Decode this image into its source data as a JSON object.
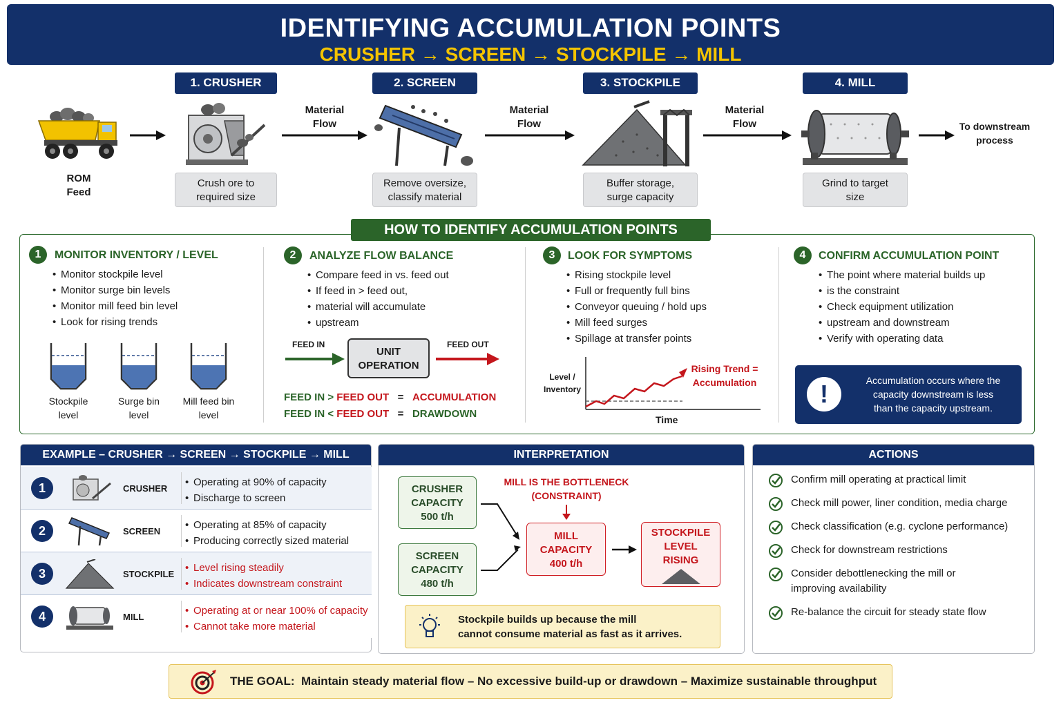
{
  "header": {
    "title": "IDENTIFYING ACCUMULATION POINTS",
    "subtitle": "CRUSHER → SCREEN → STOCKPILE → MILL"
  },
  "flow": {
    "rom_line1": "ROM",
    "rom_line2": "Feed",
    "stages": [
      {
        "tab": "1. CRUSHER",
        "cap1": "Crush ore to",
        "cap2": "required size"
      },
      {
        "tab": "2. SCREEN",
        "cap1": "Remove oversize,",
        "cap2": "classify material"
      },
      {
        "tab": "3. STOCKPILE",
        "cap1": "Buffer storage,",
        "cap2": "surge capacity"
      },
      {
        "tab": "4. MILL",
        "cap1": "Grind to target",
        "cap2": "size"
      }
    ],
    "flow_l1": "Material",
    "flow_l2": "Flow",
    "downstream1": "To downstream",
    "downstream2": "process"
  },
  "how": {
    "title": "HOW TO IDENTIFY ACCUMULATION POINTS",
    "steps": [
      {
        "num": "1",
        "head": "MONITOR INVENTORY / LEVEL",
        "items": [
          "Monitor stockpile level",
          "Monitor surge bin levels",
          "Monitor mill feed bin level",
          "Look for rising trends"
        ]
      },
      {
        "num": "2",
        "head": "ANALYZE FLOW BALANCE",
        "items": [
          "Compare feed in vs. feed out",
          "If feed in > feed out,",
          "material will accumulate",
          "upstream"
        ]
      },
      {
        "num": "3",
        "head": "LOOK FOR SYMPTOMS",
        "items": [
          "Rising stockpile level",
          "Full or frequently full bins",
          "Conveyor queuing / hold ups",
          "Mill feed surges",
          "Spillage at transfer points"
        ]
      },
      {
        "num": "4",
        "head": "CONFIRM ACCUMULATION POINT",
        "items": [
          "The point where material builds up",
          "is the constraint",
          "Check equipment utilization",
          "upstream and downstream",
          "Verify with operating data"
        ]
      }
    ],
    "bins": [
      {
        "l1": "Stockpile",
        "l2": "level"
      },
      {
        "l1": "Surge bin",
        "l2": "level"
      },
      {
        "l1": "Mill feed bin",
        "l2": "level"
      }
    ],
    "feed_in": "FEED IN",
    "feed_out": "FEED OUT",
    "unit_l1": "UNIT",
    "unit_l2": "OPERATION",
    "eq1": {
      "a": "FEED IN",
      "op": ">",
      "b": "FEED OUT",
      "eq": "=",
      "res": "ACCUMULATION"
    },
    "eq2": {
      "a": "FEED IN",
      "op": "<",
      "b": "FEED OUT",
      "eq": "=",
      "res": "DRAWDOWN"
    },
    "trend_ylabel1": "Level /",
    "trend_ylabel2": "Inventory",
    "trend_xlabel": "Time",
    "trend_note1": "Rising Trend =",
    "trend_note2": "Accumulation",
    "alert_l1": "Accumulation occurs where the",
    "alert_l2": "capacity downstream is less",
    "alert_l3": "than the capacity upstream."
  },
  "example": {
    "title": "EXAMPLE – CRUSHER → SCREEN → STOCKPILE → MILL",
    "rows": [
      {
        "num": "1",
        "name": "CRUSHER",
        "b1": "Operating at 90% of capacity",
        "b2": "Discharge to screen"
      },
      {
        "num": "2",
        "name": "SCREEN",
        "b1": "Operating at 85% of capacity",
        "b2": "Producing correctly sized material"
      },
      {
        "num": "3",
        "name": "STOCKPILE",
        "b1": "Level rising steadily",
        "b2": "Indicates downstream constraint"
      },
      {
        "num": "4",
        "name": "MILL",
        "b1": "Operating at or near 100% of capacity",
        "b2": "Cannot take more material"
      }
    ]
  },
  "interpretation": {
    "title": "INTERPRETATION",
    "crusher": [
      "CRUSHER",
      "CAPACITY",
      "500 t/h"
    ],
    "screen": [
      "SCREEN",
      "CAPACITY",
      "480 t/h"
    ],
    "bottleneck1": "MILL IS THE BOTTLENECK",
    "bottleneck2": "(CONSTRAINT)",
    "mill": [
      "MILL",
      "CAPACITY",
      "400 t/h"
    ],
    "stockpile": [
      "STOCKPILE",
      "LEVEL",
      "RISING"
    ],
    "note1": "Stockpile builds up because the mill",
    "note2": "cannot consume material as fast as it arrives."
  },
  "actions": {
    "title": "ACTIONS",
    "items": [
      "Confirm mill operating at practical limit",
      "Check mill power, liner condition, media charge",
      "Check classification (e.g. cyclone performance)",
      "Check for downstream restrictions",
      "Consider debottlenecking the mill or",
      "improving availability",
      "Re-balance the circuit for steady state flow"
    ]
  },
  "goal": {
    "label": "THE GOAL:",
    "text": "Maintain steady material flow – No excessive build-up or drawdown – Maximize sustainable throughput"
  },
  "colors": {
    "navy": "#13306a",
    "green": "#2b6429",
    "red": "#c4161c",
    "yellow": "#f4c400"
  }
}
